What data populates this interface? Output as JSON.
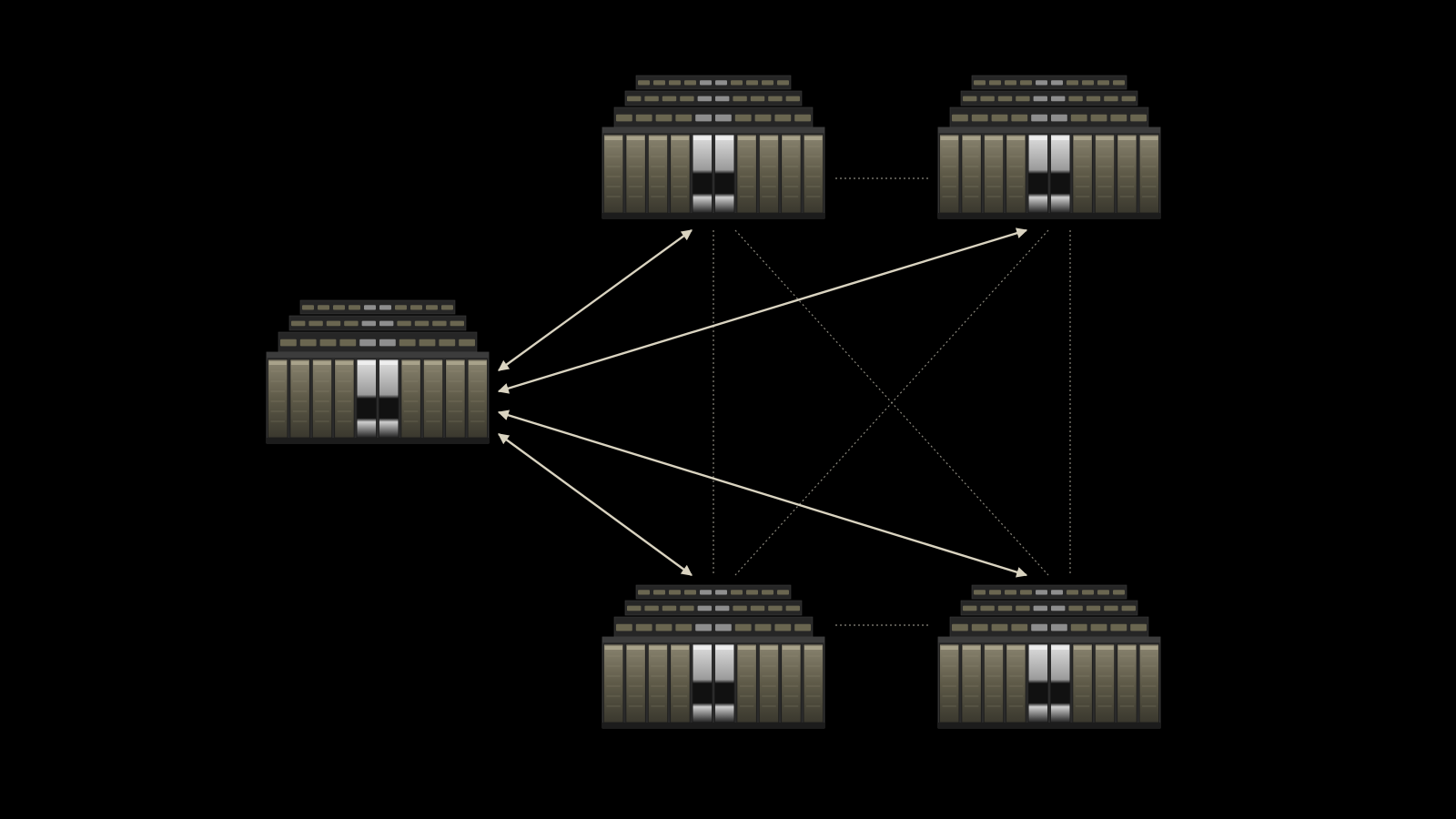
{
  "colors": {
    "background": "#000000",
    "arrow": "#d9d3c0",
    "dotted_link": "#8a877c",
    "rack_body": "#2b2b2b",
    "rack_gold": "#6f6a55",
    "rack_silver": "#bdbdbd"
  },
  "nodes": [
    {
      "id": "hub",
      "icon": "server-cluster-icon"
    },
    {
      "id": "top-left",
      "icon": "server-cluster-icon"
    },
    {
      "id": "top-right",
      "icon": "server-cluster-icon"
    },
    {
      "id": "bottom-left",
      "icon": "server-cluster-icon"
    },
    {
      "id": "bottom-right",
      "icon": "server-cluster-icon"
    }
  ],
  "arrows": [
    {
      "from": "hub",
      "to": "top-left",
      "style": "double-headed"
    },
    {
      "from": "hub",
      "to": "top-right",
      "style": "double-headed"
    },
    {
      "from": "hub",
      "to": "bottom-right",
      "style": "double-headed"
    },
    {
      "from": "hub",
      "to": "bottom-left",
      "style": "double-headed"
    }
  ],
  "dotted_links": [
    {
      "from": "top-left",
      "to": "top-right"
    },
    {
      "from": "bottom-left",
      "to": "bottom-right"
    },
    {
      "from": "top-left",
      "to": "bottom-left"
    },
    {
      "from": "top-right",
      "to": "bottom-right"
    },
    {
      "from": "top-left",
      "to": "bottom-right"
    },
    {
      "from": "top-right",
      "to": "bottom-left"
    }
  ]
}
